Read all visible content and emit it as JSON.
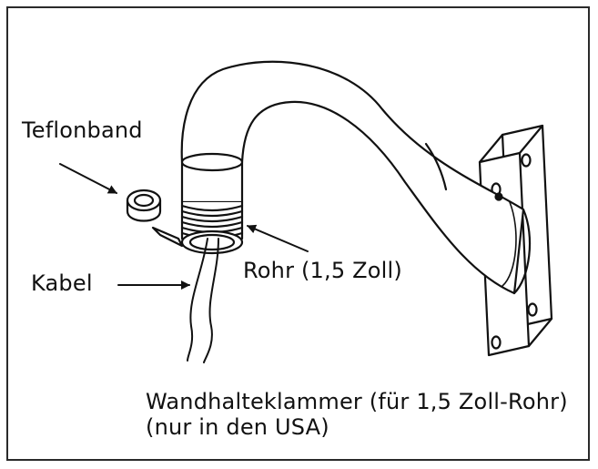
{
  "labels": {
    "teflon": "Teflonband",
    "kabel": "Kabel",
    "rohr": "Rohr (1,5 Zoll)"
  },
  "caption": {
    "line1": "Wandhalteklammer (für 1,5 Zoll-Rohr)",
    "line2": "(nur in den USA)"
  },
  "colors": {
    "ink": "#111111",
    "frame": "#2a2a2a",
    "background": "#ffffff"
  }
}
